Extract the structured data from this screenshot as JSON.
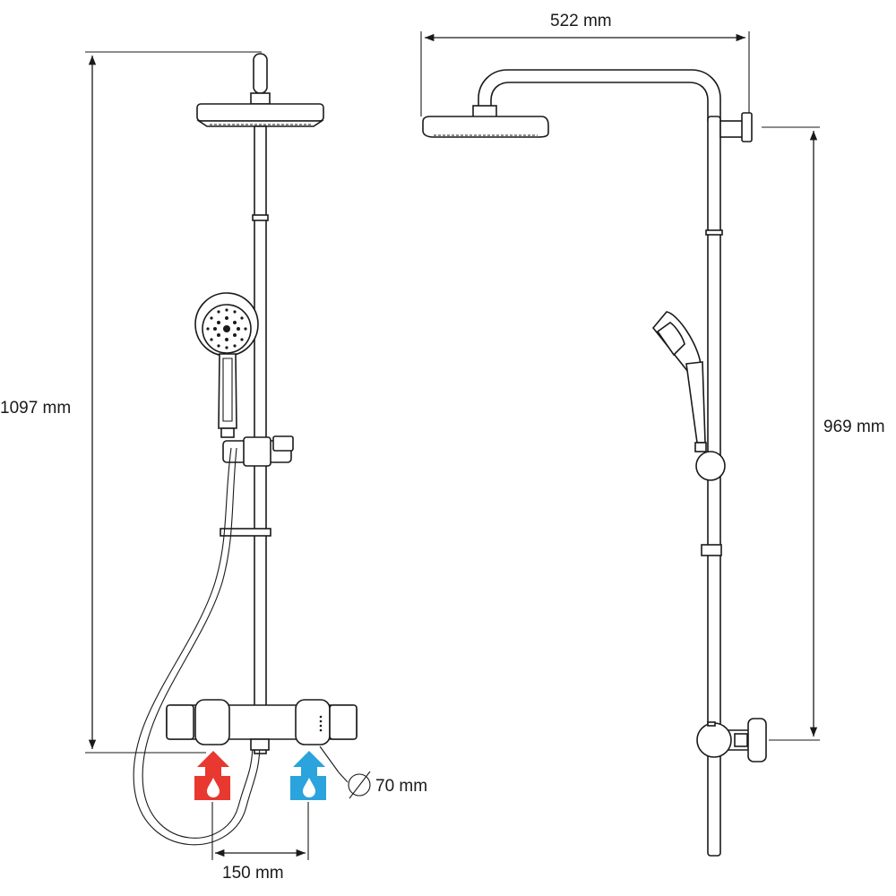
{
  "dimensions": {
    "total_height": "1097 mm",
    "arm_length": "522 mm",
    "wall_height": "969 mm",
    "inlet_spacing": "150 mm",
    "diameter": "70 mm"
  },
  "colors": {
    "hot": "#e8382f",
    "cold": "#2ba3dc",
    "line": "#1a1a1a"
  },
  "icons": [
    "hot-water-icon",
    "cold-water-icon",
    "diameter-icon"
  ]
}
